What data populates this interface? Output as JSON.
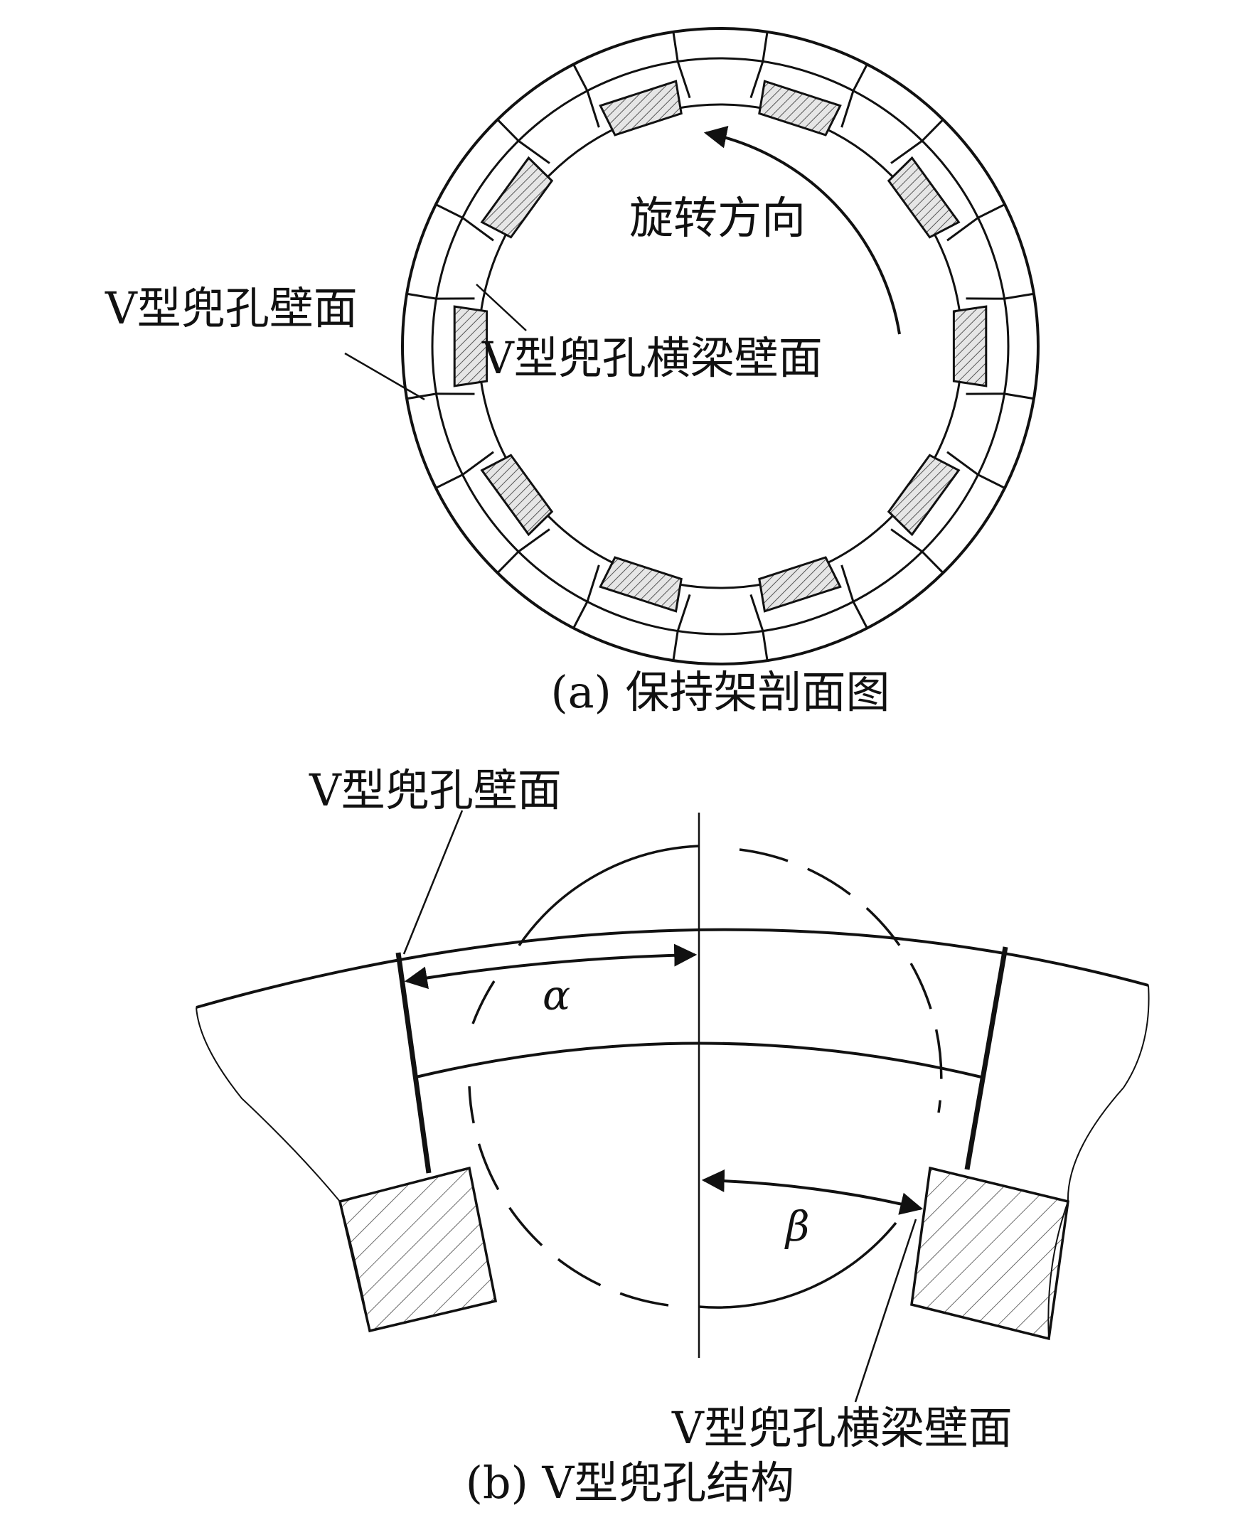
{
  "figure_a": {
    "caption": "(a) 保持架剖面图",
    "label_rotation": "旋转方向",
    "label_pocket_wall": "V型兜孔壁面",
    "label_beam_wall": "V型兜孔横梁壁面",
    "pocket_count": 10
  },
  "figure_b": {
    "caption": "(b) V型兜孔结构",
    "label_pocket_wall": "V型兜孔壁面",
    "label_beam_wall": "V型兜孔横梁壁面",
    "angle_alpha": "α",
    "angle_beta": "β"
  },
  "colors": {
    "line": "#111111",
    "hatch_fill": "#d9d9d9",
    "background": "#ffffff"
  }
}
